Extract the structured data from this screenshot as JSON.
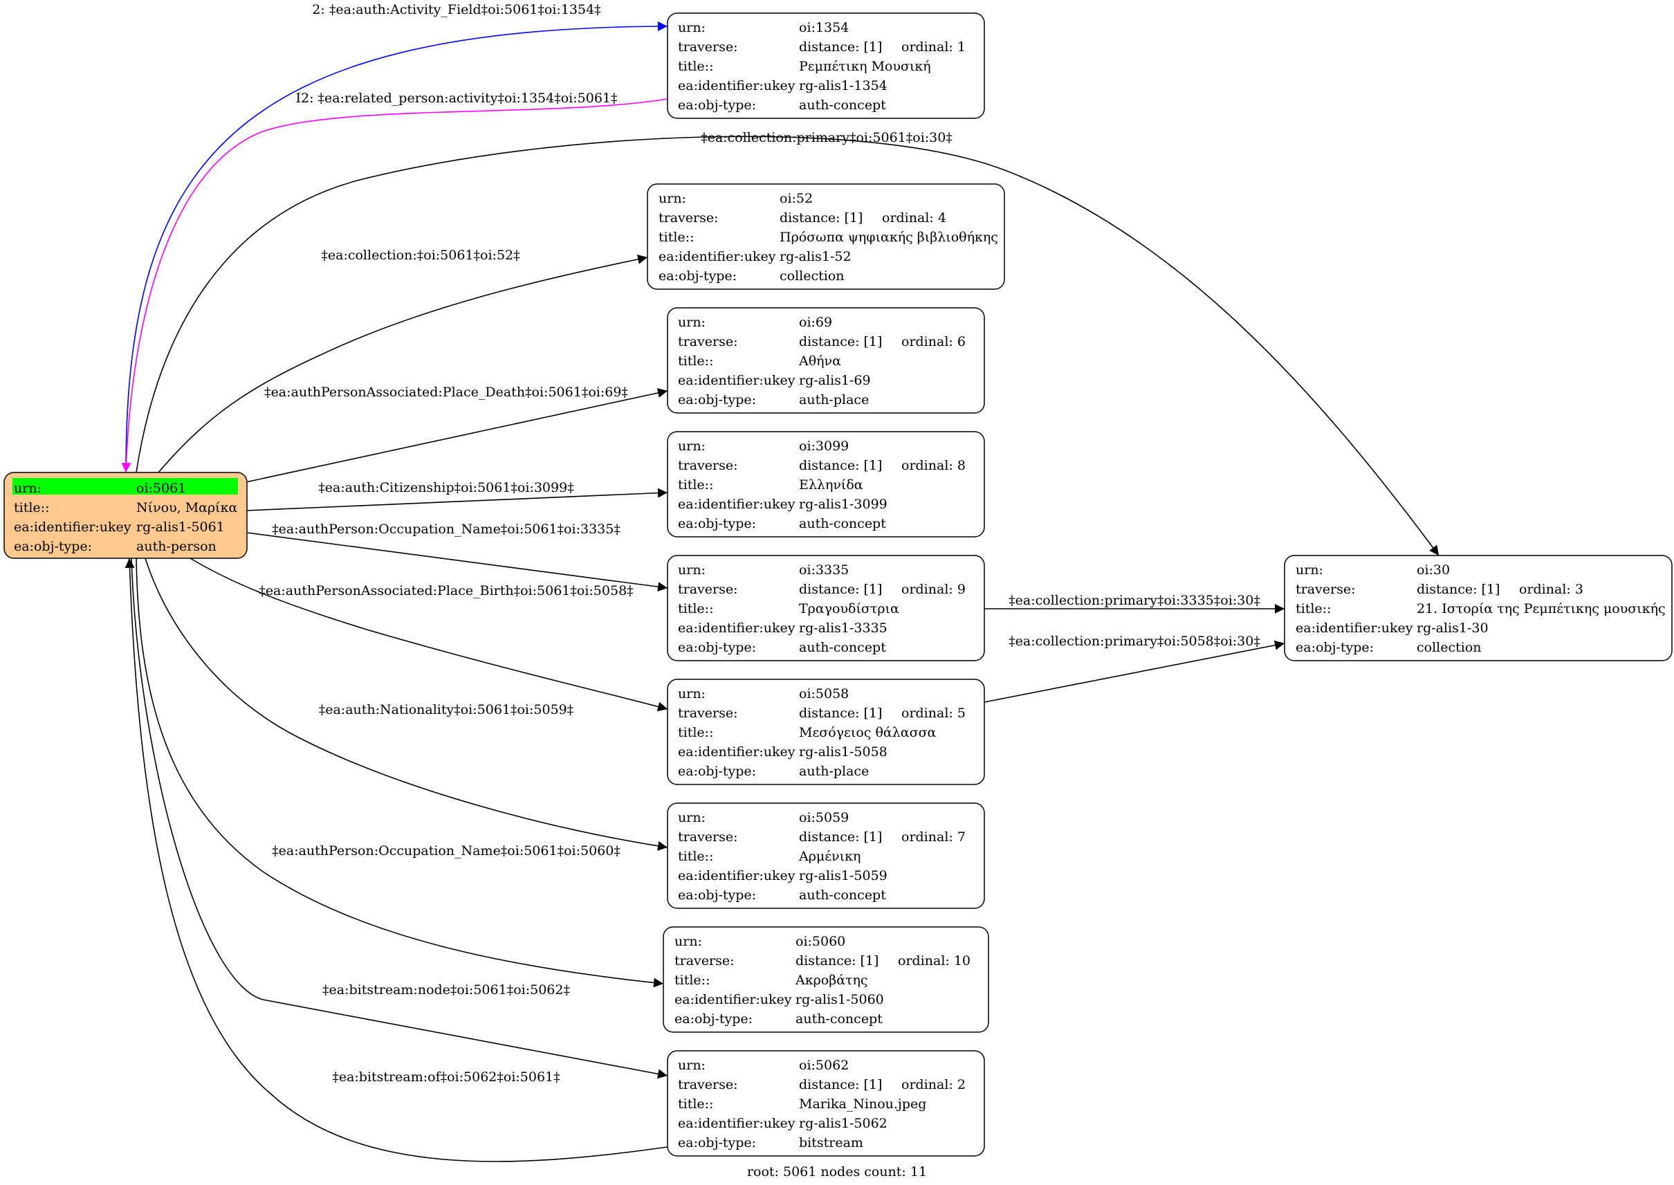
{
  "caption": "root: 5061 nodes count: 11",
  "colors": {
    "root_fill": "#ffc990",
    "root_highlight": "#00ff00",
    "blue_edge": "#0000ff",
    "magenta_edge": "#ff00ff",
    "edge": "#000000"
  },
  "nodes": {
    "root": {
      "rows": [
        [
          "urn:",
          "oi:5061"
        ],
        [
          "title::",
          "Νίνου, Μαρίκα"
        ],
        [
          "ea:identifier:ukey",
          "rg-alis1-5061"
        ],
        [
          "ea:obj-type:",
          "auth-person"
        ]
      ]
    },
    "n1354": {
      "rows": [
        [
          "urn:",
          "oi:1354"
        ],
        [
          "traverse:",
          "distance: [1]",
          "ordinal: 1"
        ],
        [
          "title::",
          "Ρεμπέτικη Μουσική"
        ],
        [
          "ea:identifier:ukey",
          "rg-alis1-1354"
        ],
        [
          "ea:obj-type:",
          "auth-concept"
        ]
      ]
    },
    "n52": {
      "rows": [
        [
          "urn:",
          "oi:52"
        ],
        [
          "traverse:",
          "distance: [1]",
          "ordinal: 4"
        ],
        [
          "title::",
          "Πρόσωπα ψηφιακής βιβλιοθήκης"
        ],
        [
          "ea:identifier:ukey",
          "rg-alis1-52"
        ],
        [
          "ea:obj-type:",
          "collection"
        ]
      ]
    },
    "n69": {
      "rows": [
        [
          "urn:",
          "oi:69"
        ],
        [
          "traverse:",
          "distance: [1]",
          "ordinal: 6"
        ],
        [
          "title::",
          "Αθήνα"
        ],
        [
          "ea:identifier:ukey",
          "rg-alis1-69"
        ],
        [
          "ea:obj-type:",
          "auth-place"
        ]
      ]
    },
    "n3099": {
      "rows": [
        [
          "urn:",
          "oi:3099"
        ],
        [
          "traverse:",
          "distance: [1]",
          "ordinal: 8"
        ],
        [
          "title::",
          "Ελληνίδα"
        ],
        [
          "ea:identifier:ukey",
          "rg-alis1-3099"
        ],
        [
          "ea:obj-type:",
          "auth-concept"
        ]
      ]
    },
    "n3335": {
      "rows": [
        [
          "urn:",
          "oi:3335"
        ],
        [
          "traverse:",
          "distance: [1]",
          "ordinal: 9"
        ],
        [
          "title::",
          "Τραγουδίστρια"
        ],
        [
          "ea:identifier:ukey",
          "rg-alis1-3335"
        ],
        [
          "ea:obj-type:",
          "auth-concept"
        ]
      ]
    },
    "n5058": {
      "rows": [
        [
          "urn:",
          "oi:5058"
        ],
        [
          "traverse:",
          "distance: [1]",
          "ordinal: 5"
        ],
        [
          "title::",
          "Μεσόγειος θάλασσα"
        ],
        [
          "ea:identifier:ukey",
          "rg-alis1-5058"
        ],
        [
          "ea:obj-type:",
          "auth-place"
        ]
      ]
    },
    "n5059": {
      "rows": [
        [
          "urn:",
          "oi:5059"
        ],
        [
          "traverse:",
          "distance: [1]",
          "ordinal: 7"
        ],
        [
          "title::",
          "Αρμένικη"
        ],
        [
          "ea:identifier:ukey",
          "rg-alis1-5059"
        ],
        [
          "ea:obj-type:",
          "auth-concept"
        ]
      ]
    },
    "n5060": {
      "rows": [
        [
          "urn:",
          "oi:5060"
        ],
        [
          "traverse:",
          "distance: [1]",
          "ordinal: 10"
        ],
        [
          "title::",
          "Ακροβάτης"
        ],
        [
          "ea:identifier:ukey",
          "rg-alis1-5060"
        ],
        [
          "ea:obj-type:",
          "auth-concept"
        ]
      ]
    },
    "n5062": {
      "rows": [
        [
          "urn:",
          "oi:5062"
        ],
        [
          "traverse:",
          "distance: [1]",
          "ordinal: 2"
        ],
        [
          "title::",
          "Marika_Ninou.jpeg"
        ],
        [
          "ea:identifier:ukey",
          "rg-alis1-5062"
        ],
        [
          "ea:obj-type:",
          "bitstream"
        ]
      ]
    },
    "n30": {
      "rows": [
        [
          "urn:",
          "oi:30"
        ],
        [
          "traverse:",
          "distance: [1]",
          "ordinal: 3"
        ],
        [
          "title::",
          "21. Ιστορία της Ρεμπέτικης μουσικής"
        ],
        [
          "ea:identifier:ukey",
          "rg-alis1-30"
        ],
        [
          "ea:obj-type:",
          "collection"
        ]
      ]
    }
  },
  "edges": {
    "e1354": "2: ‡ea:auth:Activity_Field‡oi:5061‡oi:1354‡",
    "e1354back": "I2: ‡ea:related_person:activity‡oi:1354‡oi:5061‡",
    "e30": "‡ea:collection:primary‡oi:5061‡oi:30‡",
    "e52": "‡ea:collection:‡oi:5061‡oi:52‡",
    "e69": "‡ea:authPersonAssociated:Place_Death‡oi:5061‡oi:69‡",
    "e3099": "‡ea:auth:Citizenship‡oi:5061‡oi:3099‡",
    "e3335": "‡ea:authPerson:Occupation_Name‡oi:5061‡oi:3335‡",
    "e5058": "‡ea:authPersonAssociated:Place_Birth‡oi:5061‡oi:5058‡",
    "e5059": "‡ea:auth:Nationality‡oi:5061‡oi:5059‡",
    "e5060": "‡ea:authPerson:Occupation_Name‡oi:5061‡oi:5060‡",
    "e5062": "‡ea:bitstream:node‡oi:5061‡oi:5062‡",
    "e5062back": "‡ea:bitstream:of‡oi:5062‡oi:5061‡",
    "e3335to30": "‡ea:collection:primary‡oi:3335‡oi:30‡",
    "e5058to30": "‡ea:collection:primary‡oi:5058‡oi:30‡"
  }
}
